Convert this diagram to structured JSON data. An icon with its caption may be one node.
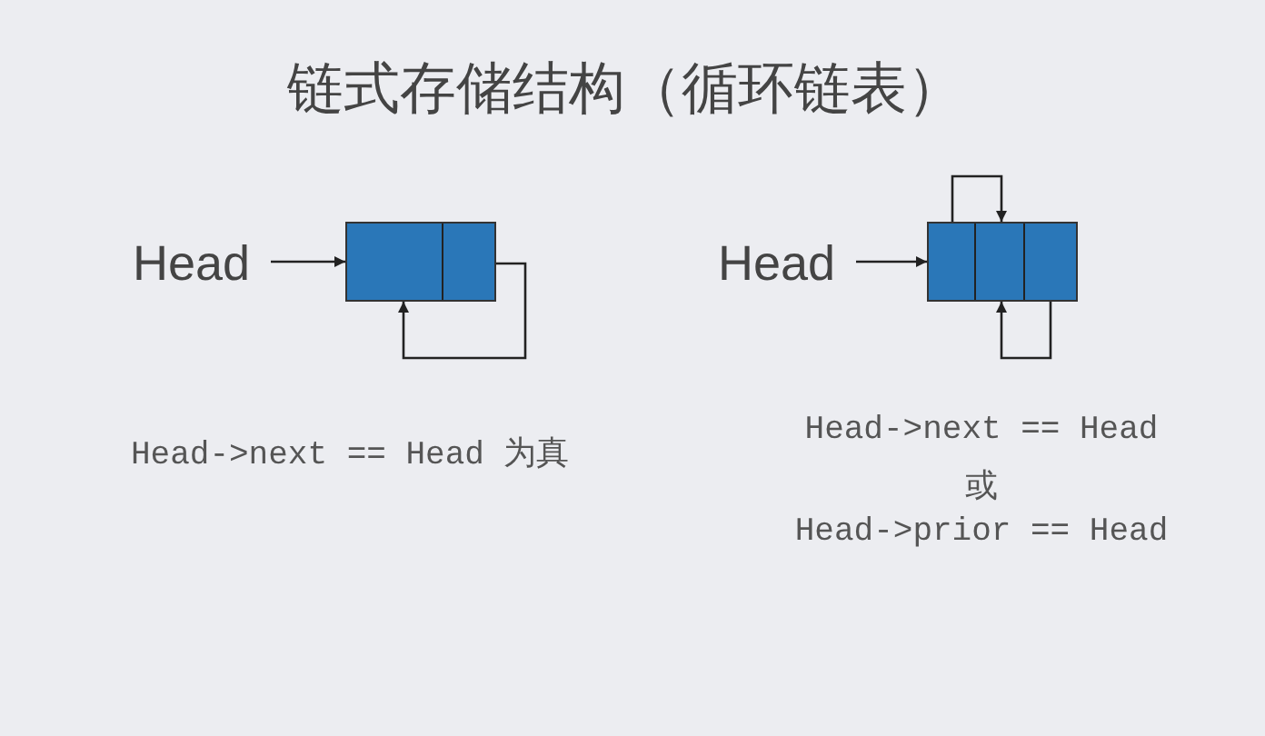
{
  "diagram": {
    "title": "链式存储结构（循环链表）",
    "nodes": [
      {
        "text": [
          "Head"
        ]
      },
      {
        "text": [],
        "shape": "box"
      },
      {
        "text": [
          "Head"
        ]
      },
      {
        "text": [],
        "shape": "box"
      }
    ],
    "edges": [
      {
        "from": 0,
        "to": 1,
        "arrow": "to"
      },
      {
        "from": 1,
        "to": 1,
        "arrow": "to"
      },
      {
        "from": 2,
        "to": 3,
        "arrow": "to"
      },
      {
        "from": 3,
        "to": 3,
        "arrow": "to"
      },
      {
        "from": 3,
        "to": 3,
        "arrow": "to"
      }
    ],
    "labels": [
      "Head->next == Head 为真",
      "Head->next == Head",
      "或",
      "Head->prior == Head"
    ]
  }
}
